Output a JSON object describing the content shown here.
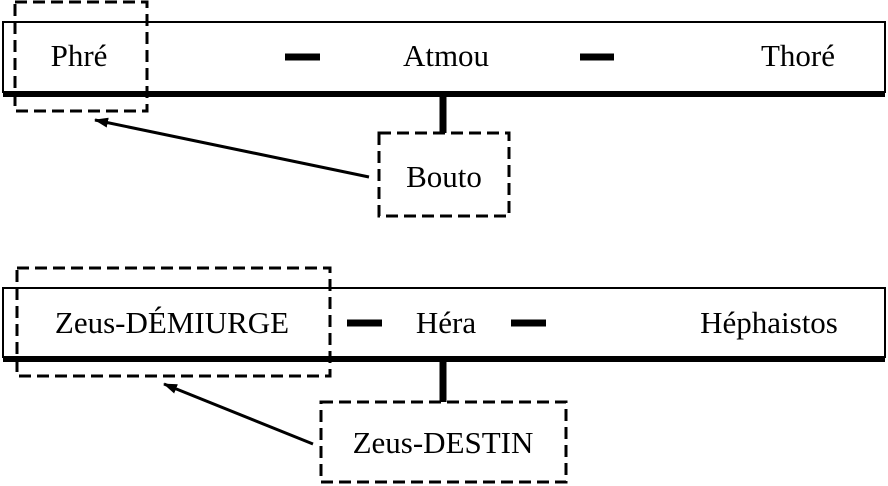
{
  "colors": {
    "ink": "#000000",
    "background": "#ffffff"
  },
  "rows": [
    {
      "names": [
        "Phré",
        "Atmou",
        "Thoré"
      ],
      "subordinate": "Bouto"
    },
    {
      "names": [
        "Zeus-DÉMIURGE",
        "Héra",
        "Héphaistos"
      ],
      "subordinate": "Zeus-DESTIN"
    }
  ]
}
